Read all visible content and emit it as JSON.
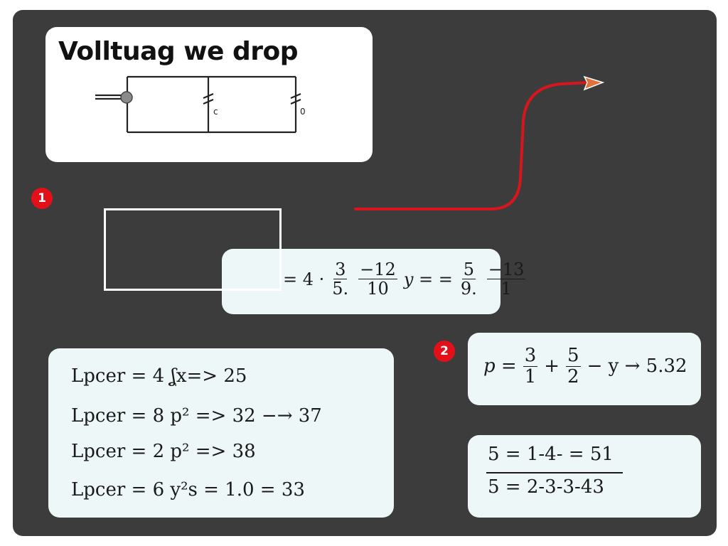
{
  "title": "Volltuag we drop",
  "circuit": {
    "label_c": "c",
    "label_q": "0"
  },
  "badges": [
    "1",
    "2"
  ],
  "equation_top": {
    "prefix": "= 4 ·",
    "frac1_num": "3",
    "frac1_den": "5.",
    "frac2_num": "−12",
    "frac2_den": "10",
    "mid": "y = =",
    "frac3_num": "5",
    "frac3_den": "9.",
    "frac4_num": "−13",
    "frac4_den": "1"
  },
  "list": [
    "Lpcer = 4  ʆx=> 25",
    "Lpcer = 8  p² => 32 −→ 37",
    "Lpcer = 2  p² => 38",
    "Lpcer = 6  y²s = 1.0  = 33"
  ],
  "p_equation": {
    "lhs": "p =",
    "frac1_num": "3",
    "frac1_den": "1",
    "plus": "+",
    "frac2_num": "5",
    "frac2_den": "2",
    "rhs": "− y → 5.32"
  },
  "fraction_card": {
    "top": "5 = 1-4- = 51",
    "bottom": "5 = 2-3-3-43"
  },
  "colors": {
    "board": "#3d3c3d",
    "accent_red": "#e3101a",
    "card_light": "#eef7f8"
  }
}
